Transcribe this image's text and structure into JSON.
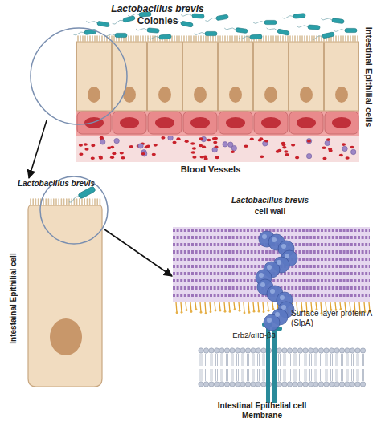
{
  "diagram": {
    "labels": [
      "Lactobacillus brevis",
      "Colonies",
      "Intestinal Epithilial cells",
      "Blood Vessels",
      "Lactobacillus brevis",
      "Intestainal Epithilial cell",
      "Lactobacillus brevis",
      "cell wall",
      "Surface layer protein A (SlpA)",
      "Erb2/αIIB-β3",
      "Intestinal Epithelial cell Membrane"
    ]
  }
}
